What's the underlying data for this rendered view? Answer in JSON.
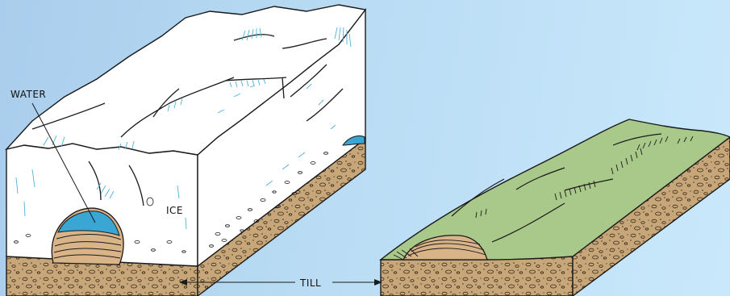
{
  "labels": {
    "water": "WATER",
    "ice": "ICE",
    "till": "TILL"
  },
  "colors": {
    "sky": "#b9dcf4",
    "ice": "#ffffff",
    "crevasse": "#4fb0d8",
    "meltwater": "#3aa6d4",
    "till": "#c7a77a",
    "sediment_band": "#d9b488",
    "landform": "#a9c98a",
    "outline": "#1a1a1a"
  },
  "icons": [
    "glacier-block",
    "landform-block"
  ]
}
